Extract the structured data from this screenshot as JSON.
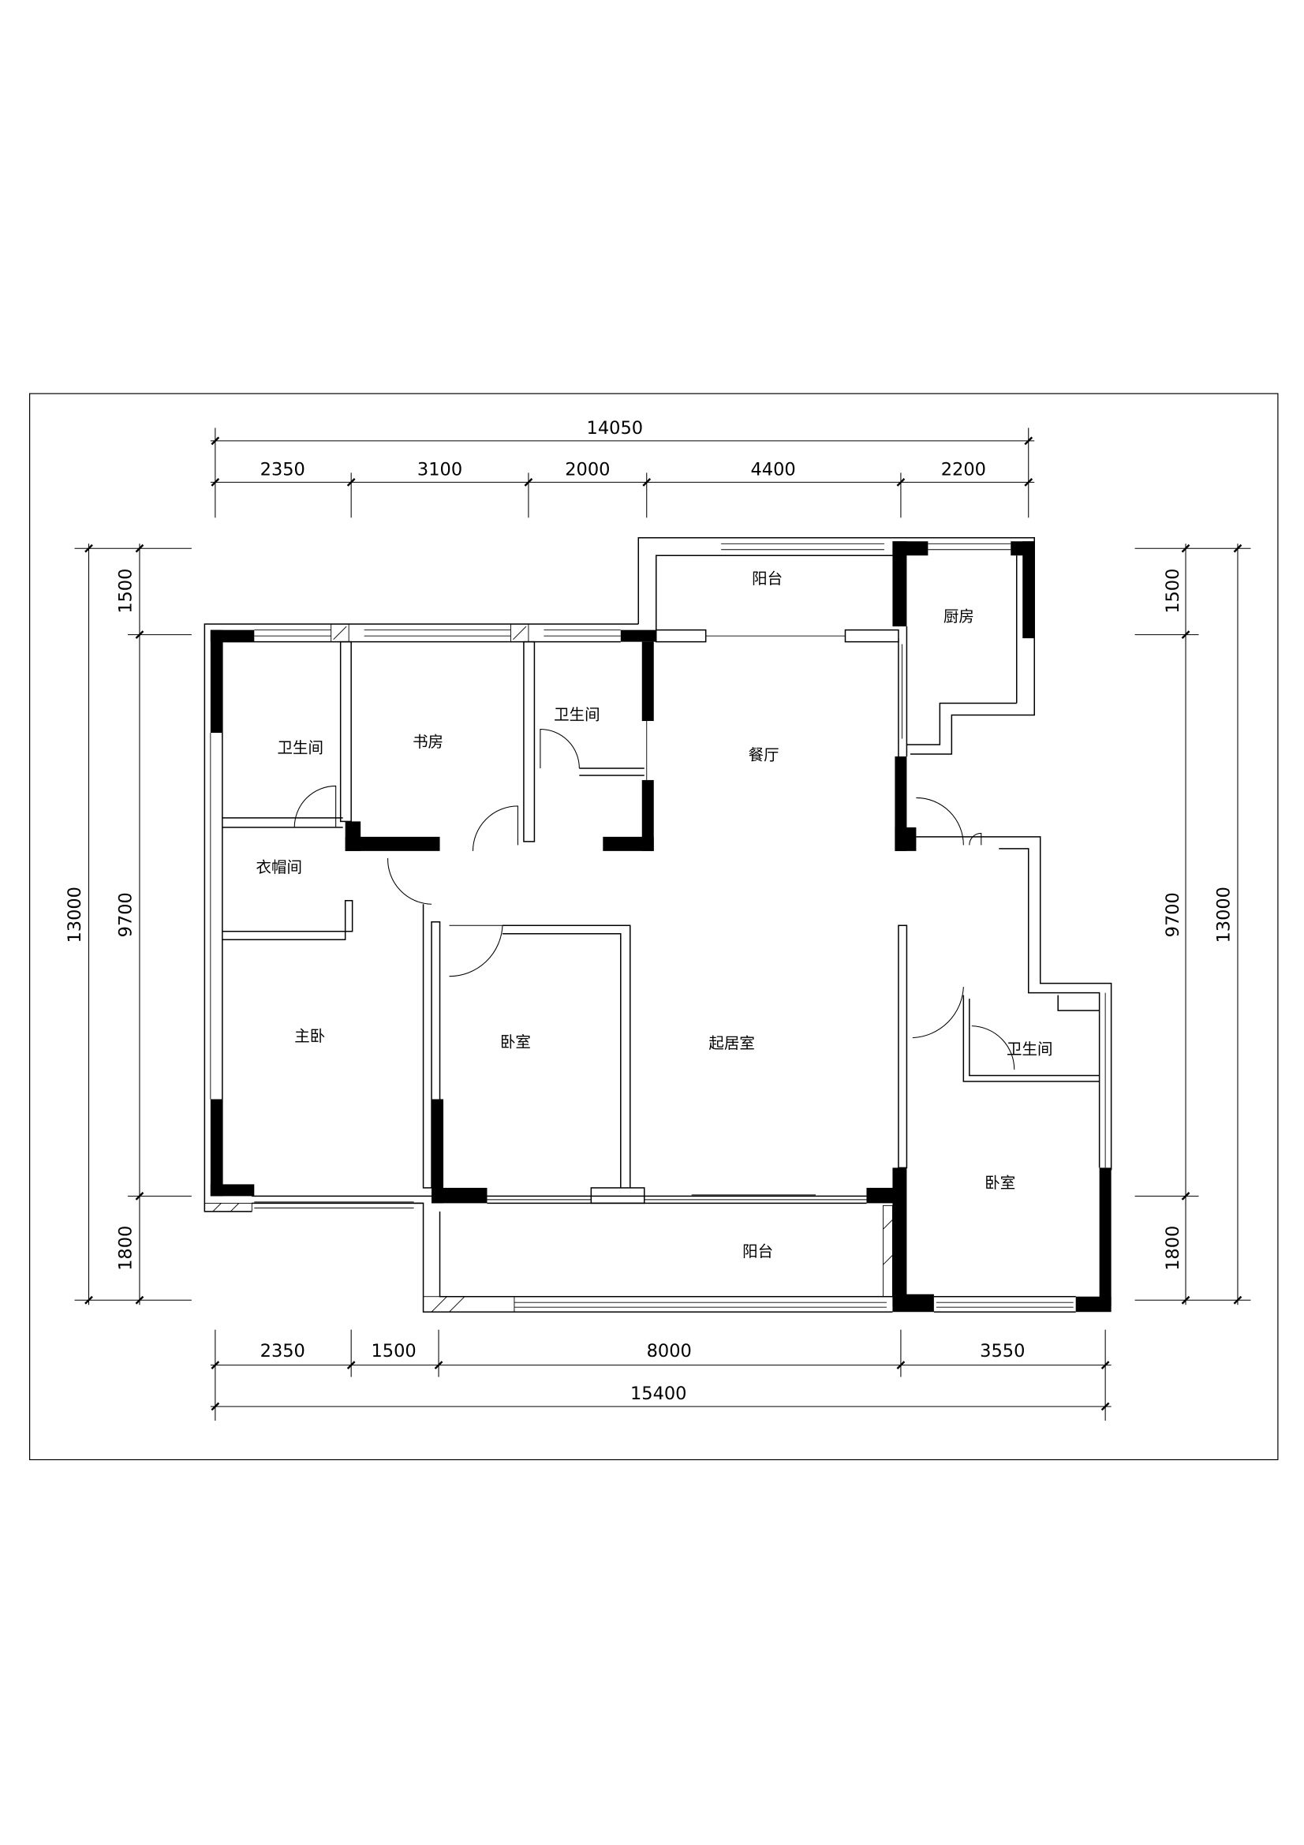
{
  "plan": {
    "dimensions_top": {
      "total": "14050",
      "segments": [
        "2350",
        "3100",
        "2000",
        "4400",
        "2200"
      ]
    },
    "dimensions_bottom": {
      "total": "15400",
      "segments": [
        "2350",
        "1500",
        "8000",
        "3550"
      ]
    },
    "dimensions_left": {
      "total": "13000",
      "segments": [
        "1500",
        "9700",
        "1800"
      ]
    },
    "dimensions_right": {
      "total": "13000",
      "segments": [
        "1500",
        "9700",
        "1800"
      ]
    },
    "rooms": {
      "balcony_north": "阳台",
      "kitchen": "厨房",
      "bathroom_master": "卫生间",
      "study": "书房",
      "bathroom_public": "卫生间",
      "dining": "餐厅",
      "cloakroom": "衣帽间",
      "master_bedroom": "主卧",
      "bedroom_middle": "卧室",
      "living_room": "起居室",
      "bathroom_east": "卫生间",
      "bedroom_east": "卧室",
      "balcony_south": "阳台"
    }
  }
}
